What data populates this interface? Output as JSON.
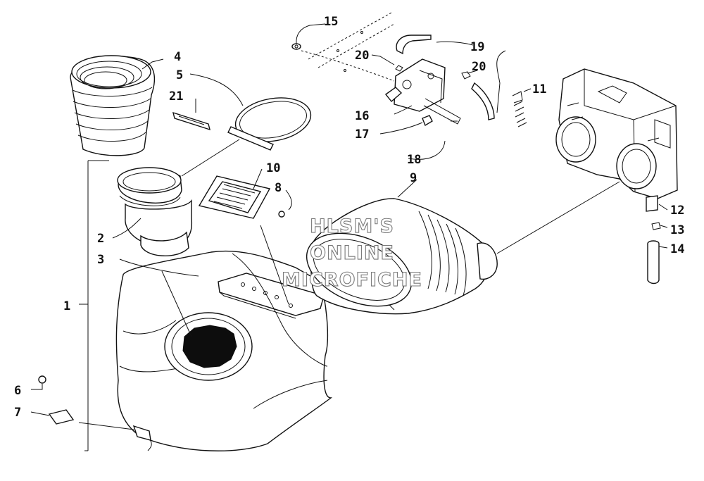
{
  "watermark": {
    "line1": "HLSM'S",
    "line2": "ONLINE",
    "line3": "MICROFICHE"
  },
  "callouts": {
    "c1": "1",
    "c2": "2",
    "c3": "3",
    "c4": "4",
    "c5": "5",
    "c6": "6",
    "c7": "7",
    "c8": "8",
    "c9": "9",
    "c10": "10",
    "c11": "11",
    "c12": "12",
    "c13": "13",
    "c14": "14",
    "c15": "15",
    "c16": "16",
    "c17": "17",
    "c18": "18",
    "c19": "19",
    "c20a": "20",
    "c20b": "20",
    "c21": "21"
  }
}
